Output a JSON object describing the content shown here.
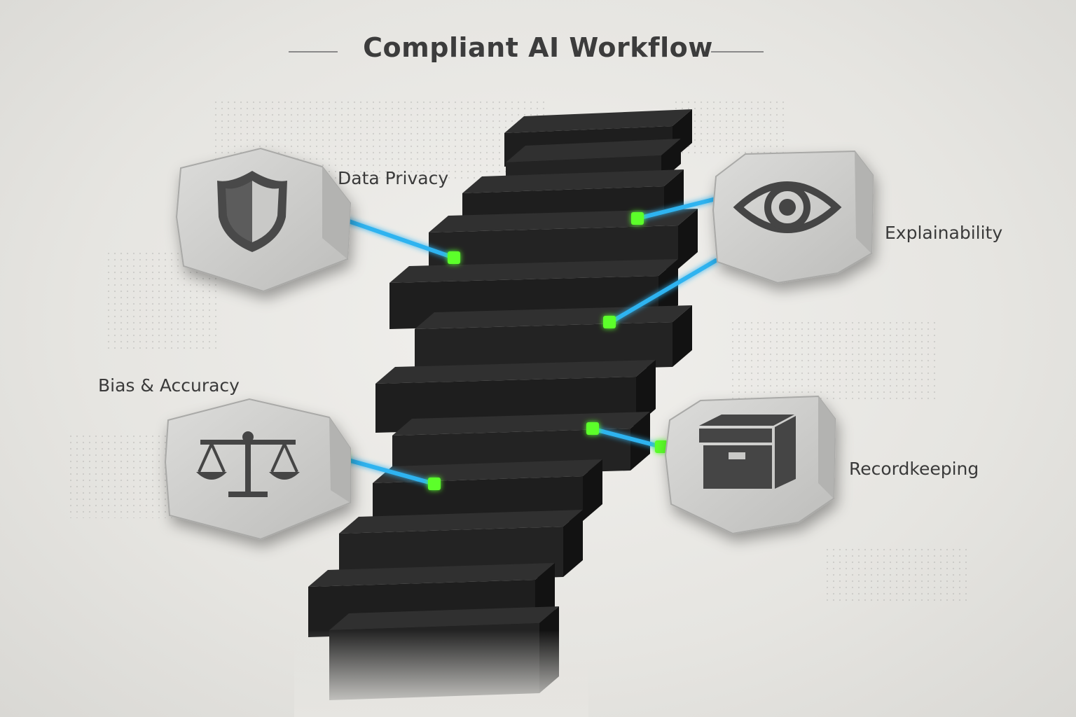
{
  "title": "Compliant AI Workflow",
  "principles": [
    {
      "label": "Data Privacy",
      "icon": "shield-icon"
    },
    {
      "label": "Explainability",
      "icon": "eye-icon"
    },
    {
      "label": "Bias & Accuracy",
      "icon": "scales-icon"
    },
    {
      "label": "Recordkeeping",
      "icon": "archive-box-icon"
    }
  ],
  "colors": {
    "background": "#e9e8e4",
    "stone_block": "#cfcfcd",
    "tower_block": "#262626",
    "connector": "#2fb3f0",
    "node_glow": "#5cff2a",
    "text": "#3a3a3a"
  }
}
